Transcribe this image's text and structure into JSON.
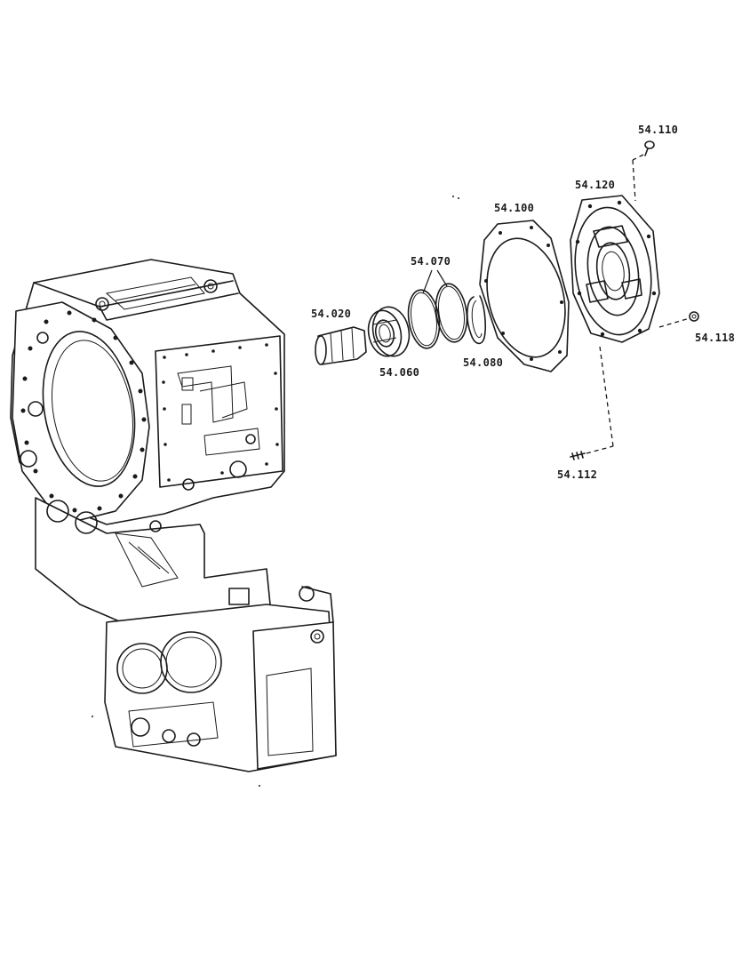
{
  "labels": {
    "p54_110": "54.110",
    "p54_120": "54.120",
    "p54_100": "54.100",
    "p54_070": "54.070",
    "p54_020": "54.020",
    "p54_060": "54.060",
    "p54_080": "54.080",
    "p54_118": "54.118",
    "p54_112": "54.112"
  },
  "colors": {
    "ink": "#1a1a1a",
    "paper": "#ffffff"
  }
}
